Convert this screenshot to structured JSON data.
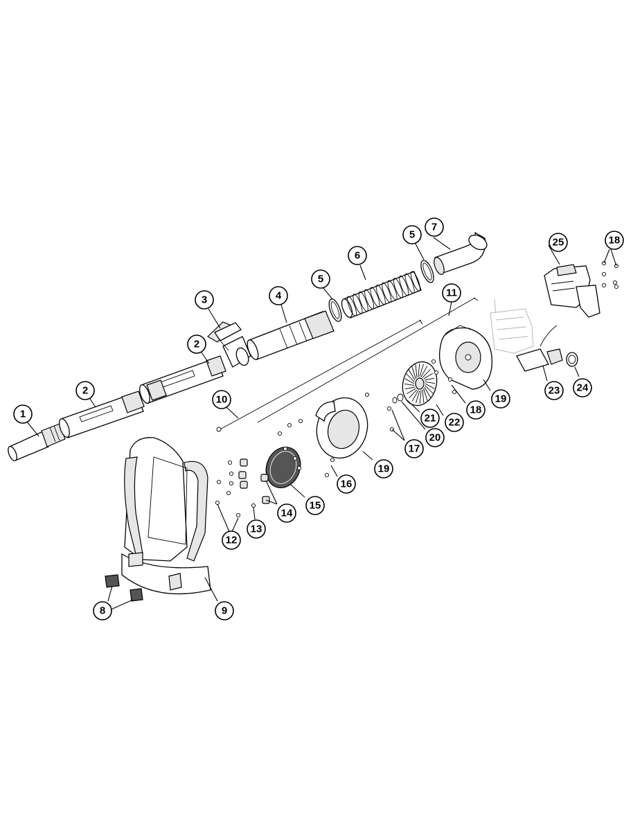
{
  "callouts": {
    "c1": "1",
    "c2a": "2",
    "c2b": "2",
    "c3": "3",
    "c4": "4",
    "c5a": "5",
    "c5b": "5",
    "c6": "6",
    "c7": "7",
    "c8": "8",
    "c9": "9",
    "c10": "10",
    "c11": "11",
    "c12": "12",
    "c13": "13",
    "c14": "14",
    "c15": "15",
    "c16": "16",
    "c17": "17",
    "c18a": "18",
    "c18b": "18",
    "c19a": "19",
    "c19b": "19",
    "c20": "20",
    "c21": "21",
    "c22": "22",
    "c23": "23",
    "c24": "24",
    "c25": "25"
  }
}
